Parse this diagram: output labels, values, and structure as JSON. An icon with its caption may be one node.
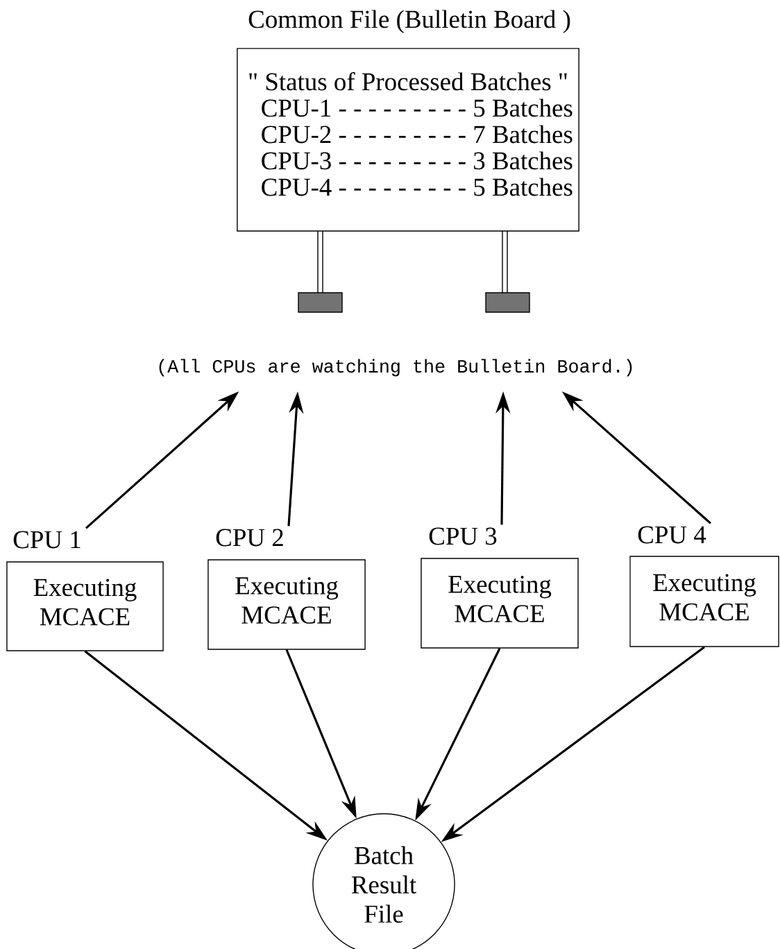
{
  "diagram": {
    "nodes": [
      {
        "text": [
          "Common File (Bulletin Board )",
          "\" Status of Processed Batches \"",
          "CPU-1 - - - - - - - - - 5 Batches",
          "CPU-2 - - - - - - - - - 7 Batches",
          "CPU-3 - - - - - - - - - 3 Batches",
          "CPU-4 - - - - - - - - - 5 Batches"
        ]
      },
      {
        "text": [
          "(All CPUs are watching the Bulletin Board.)"
        ]
      },
      {
        "text": [
          "CPU 1",
          "Executing MCACE"
        ]
      },
      {
        "text": [
          "CPU 2",
          "Executing MCACE"
        ]
      },
      {
        "text": [
          "CPU 3",
          "Executing MCACE"
        ]
      },
      {
        "text": [
          "CPU 4",
          "Executing MCACE"
        ]
      },
      {
        "text": [
          "Batch Result File"
        ]
      }
    ],
    "edges": [
      {
        "from": 2,
        "to": 1,
        "arrow": "to"
      },
      {
        "from": 3,
        "to": 1,
        "arrow": "to"
      },
      {
        "from": 4,
        "to": 1,
        "arrow": "to"
      },
      {
        "from": 5,
        "to": 1,
        "arrow": "to"
      },
      {
        "from": 2,
        "to": 6,
        "arrow": "to"
      },
      {
        "from": 3,
        "to": 6,
        "arrow": "to"
      },
      {
        "from": 4,
        "to": 6,
        "arrow": "to"
      },
      {
        "from": 5,
        "to": 6,
        "arrow": "to"
      }
    ]
  }
}
